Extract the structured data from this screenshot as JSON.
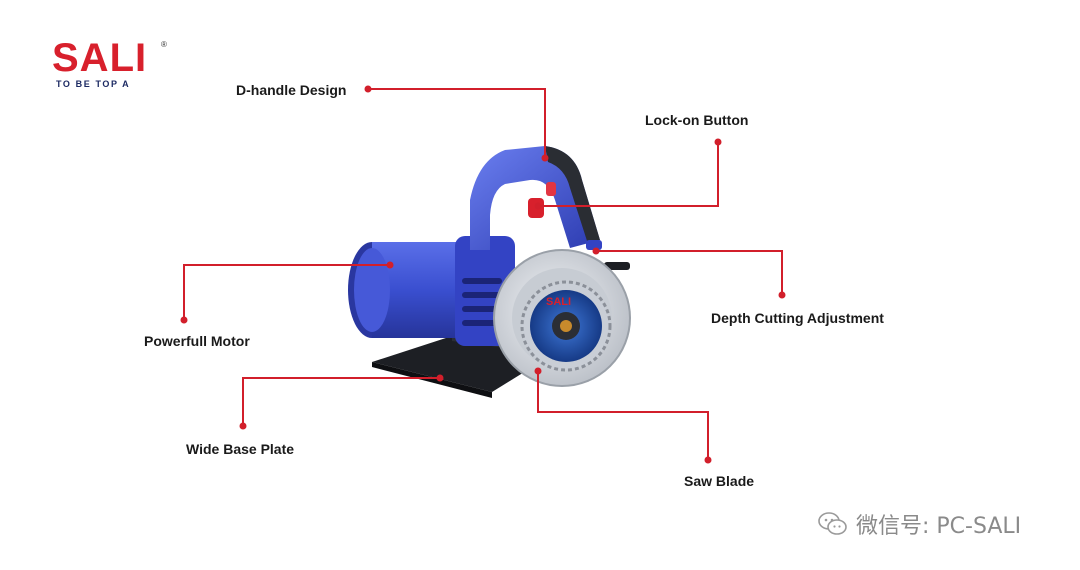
{
  "brand": {
    "logo_text": "SALI",
    "registered_mark": "®",
    "tagline": "TO BE TOP A",
    "red": "#d8202c",
    "navy": "#1c2a63"
  },
  "product_colors": {
    "body_blue": "#3a4fd0",
    "accent_red": "#d8202c",
    "guard_silver": "#d9dde3",
    "blade_blue": "#1e4ea8"
  },
  "callouts": [
    {
      "id": "d-handle",
      "label": "D-handle Design"
    },
    {
      "id": "lock-on",
      "label": "Lock-on Button"
    },
    {
      "id": "depth",
      "label": "Depth Cutting Adjustment"
    },
    {
      "id": "motor",
      "label": "Powerfull Motor"
    },
    {
      "id": "base",
      "label": "Wide Base Plate"
    },
    {
      "id": "blade",
      "label": "Saw Blade"
    }
  ],
  "leader_color": "#d21f2b",
  "watermark": {
    "icon": "wechat-icon",
    "text": "微信号: PC-SALI"
  }
}
